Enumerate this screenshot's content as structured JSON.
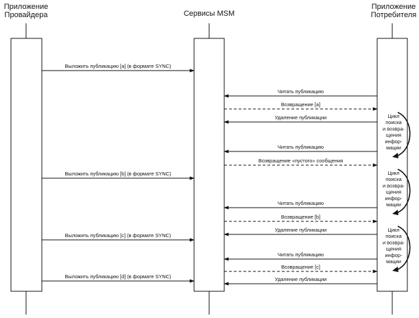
{
  "participants": [
    {
      "id": "provider",
      "lines": [
        "Приложение",
        "Провайдера"
      ]
    },
    {
      "id": "msm",
      "lines": [
        "Сервисы MSM"
      ]
    },
    {
      "id": "consumer",
      "lines": [
        "Приложение",
        "Потребителя"
      ]
    }
  ],
  "messages": [
    {
      "from": "provider",
      "to": "msm",
      "style": "solid",
      "label": "Выложить публикацию [a] (в формате SYNC)"
    },
    {
      "from": "consumer",
      "to": "msm",
      "style": "solid",
      "label": "Читать публикацию"
    },
    {
      "from": "msm",
      "to": "consumer",
      "style": "dashed",
      "label": "Возвращение [a]"
    },
    {
      "from": "consumer",
      "to": "msm",
      "style": "solid",
      "label": "Удаление публикации"
    },
    {
      "from": "consumer",
      "to": "msm",
      "style": "solid",
      "label": "Читать публикацию"
    },
    {
      "from": "msm",
      "to": "consumer",
      "style": "dashed",
      "label": "Возвращение «пустого» сообщения"
    },
    {
      "from": "provider",
      "to": "msm",
      "style": "solid",
      "label": "Выложить публикацию [b] (в формате SYNC)"
    },
    {
      "from": "consumer",
      "to": "msm",
      "style": "solid",
      "label": "Читать публикацию"
    },
    {
      "from": "msm",
      "to": "consumer",
      "style": "dashed",
      "label": "Возвращение [b]"
    },
    {
      "from": "consumer",
      "to": "msm",
      "style": "solid",
      "label": "Удаление публикации"
    },
    {
      "from": "provider",
      "to": "msm",
      "style": "solid",
      "label": "Выложить публикацию [c] (в формате SYNC)"
    },
    {
      "from": "consumer",
      "to": "msm",
      "style": "solid",
      "label": "Читать публикацию"
    },
    {
      "from": "msm",
      "to": "consumer",
      "style": "dashed",
      "label": "Возвращение [c]"
    },
    {
      "from": "provider",
      "to": "msm",
      "style": "solid",
      "label": "Выложить публикацию [d] (в формате SYNC)"
    },
    {
      "from": "consumer",
      "to": "msm",
      "style": "solid",
      "label": "Удаление публикации"
    }
  ],
  "loops": [
    {
      "lines": [
        "Цикл",
        "поиска",
        "и возвра-",
        "щения",
        "инфор-",
        "мации"
      ]
    },
    {
      "lines": [
        "Цикл",
        "поиска",
        "и возвра-",
        "щения",
        "инфор-",
        "мации"
      ]
    },
    {
      "lines": [
        "Цикл",
        "поиска",
        "и возвра-",
        "щения",
        "инфор-",
        "мации"
      ]
    }
  ]
}
